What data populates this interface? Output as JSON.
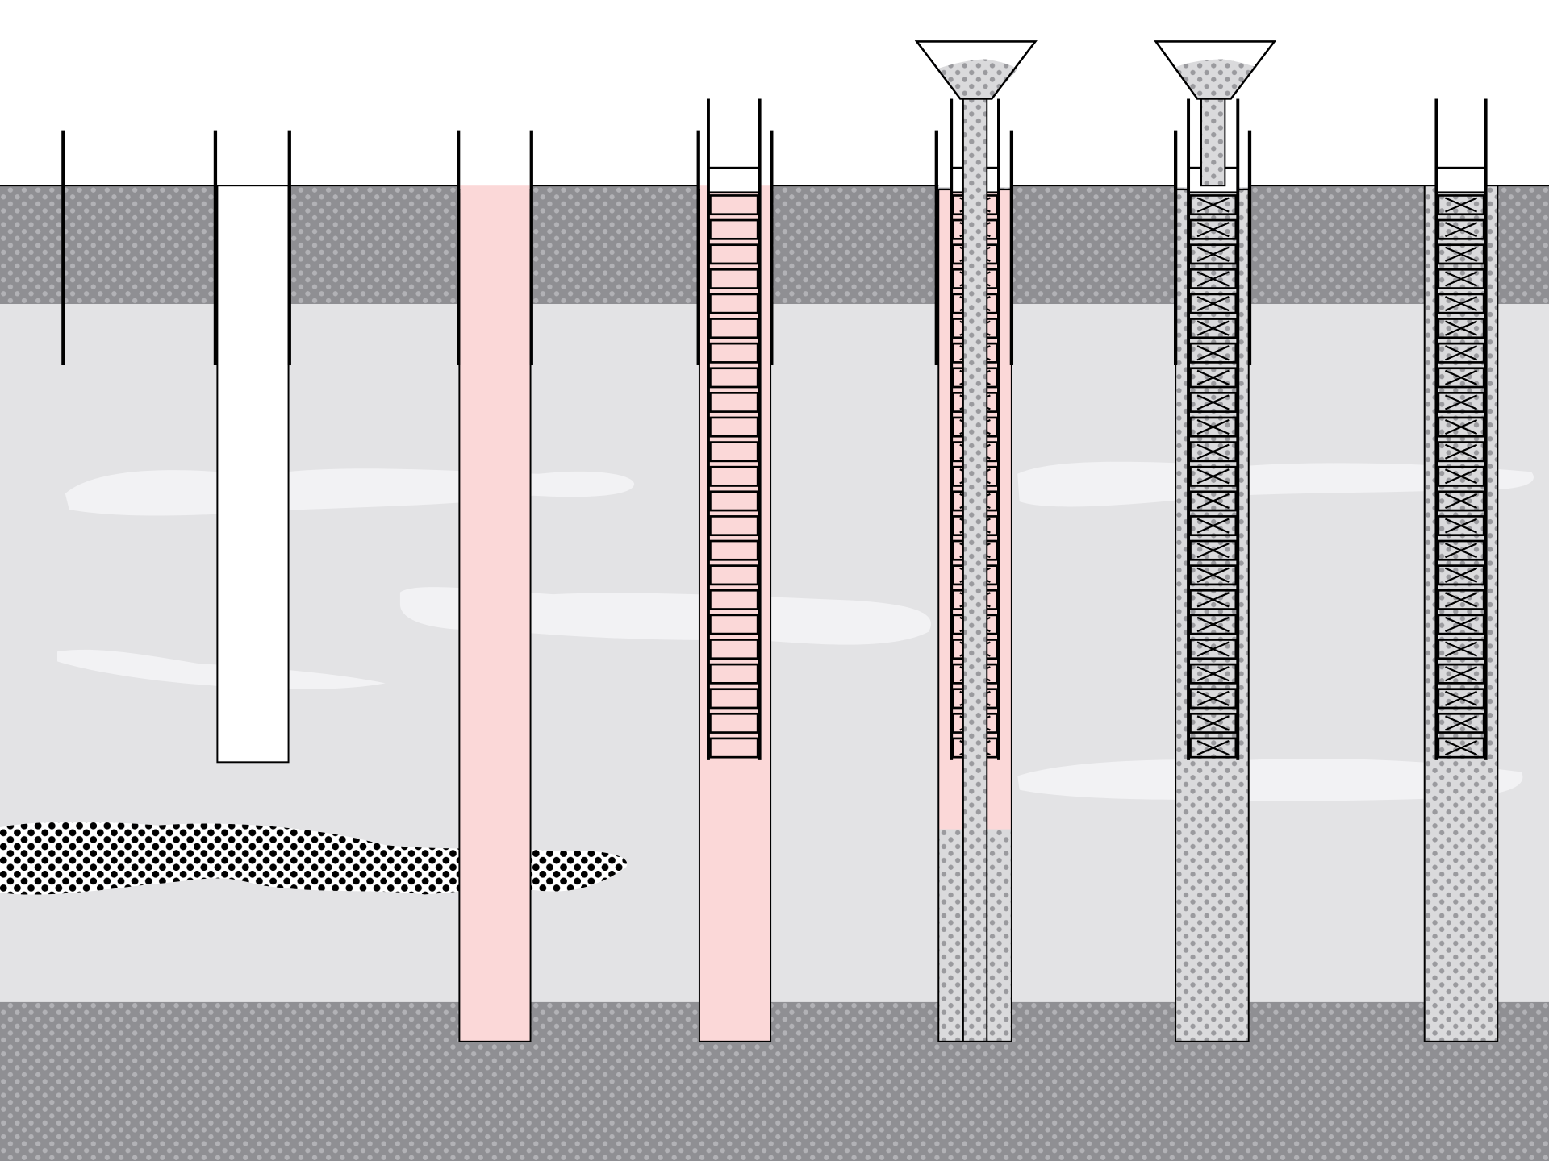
{
  "diagram": {
    "kind": "bored-pile-construction-sequence",
    "colors": {
      "background": "#ffffff",
      "soil_layer": "#e3e3e5",
      "soil_lens": "#f2f2f4",
      "dense_layer": "#8f8f93",
      "dense_dots": "#b2b2b6",
      "weak_lens_bg": "#ffffff",
      "weak_lens_dots": "#000000",
      "slurry": "#fbd8d8",
      "concrete_bg": "#dadadc",
      "concrete_dots": "#9a9a9e",
      "outline": "#000000",
      "open_bore": "#ffffff"
    },
    "stages": [
      {
        "name": "casing-insertion",
        "casing": true,
        "excavation": false,
        "slurry": false,
        "cage": false,
        "tremie": false,
        "concrete": "none"
      },
      {
        "name": "excavation",
        "casing": true,
        "excavation": true,
        "slurry": false,
        "cage": false,
        "tremie": false,
        "concrete": "none"
      },
      {
        "name": "slurry-support",
        "casing": true,
        "excavation": true,
        "slurry": true,
        "cage": false,
        "tremie": false,
        "concrete": "none"
      },
      {
        "name": "cage-installation",
        "casing": true,
        "excavation": true,
        "slurry": true,
        "cage": true,
        "tremie": false,
        "concrete": "none"
      },
      {
        "name": "tremie-concreting-start",
        "casing": true,
        "excavation": true,
        "slurry": true,
        "cage": true,
        "tremie": true,
        "concrete": "bottom"
      },
      {
        "name": "tremie-concreting-end",
        "casing": true,
        "excavation": true,
        "slurry": false,
        "cage": true,
        "tremie": true,
        "concrete": "full"
      },
      {
        "name": "completed-pile",
        "casing": false,
        "excavation": true,
        "slurry": false,
        "cage": true,
        "tremie": false,
        "concrete": "full"
      }
    ]
  }
}
